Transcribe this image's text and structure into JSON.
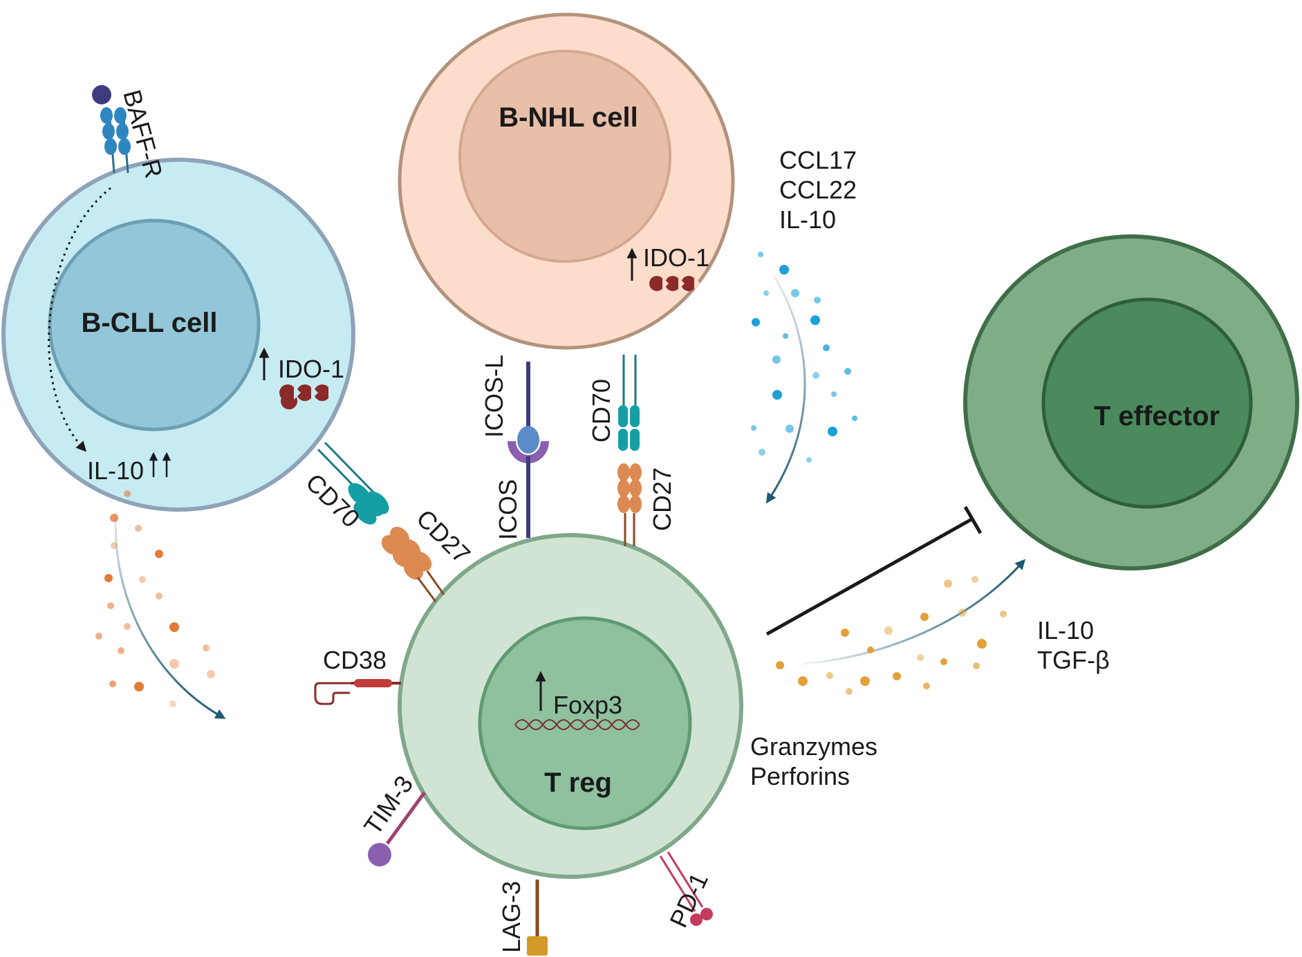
{
  "cells": {
    "bcll": {
      "label": "B-CLL cell",
      "ido": "IDO-1",
      "il10": "IL-10"
    },
    "bnhl": {
      "label": "B-NHL cell",
      "ido": "IDO-1"
    },
    "treg": {
      "label": "T reg",
      "foxp3": "Foxp3"
    },
    "teff": {
      "label": "T effector"
    }
  },
  "receptors": {
    "baffr": "BAFF-R",
    "cd70_cll": "CD70",
    "cd27_cll": "CD27",
    "icosl": "ICOS-L",
    "icos": "ICOS",
    "cd70_nhl": "CD70",
    "cd27_nhl": "CD27",
    "cd38": "CD38",
    "tim3": "TIM-3",
    "lag3": "LAG-3",
    "pd1": "PD-1"
  },
  "secreted": {
    "nhl": [
      "CCL17",
      "CCL22",
      "IL-10"
    ],
    "treg_effector": [
      "IL-10",
      "TGF-β"
    ],
    "treg_cytotoxic": [
      "Granzymes",
      "Perforins"
    ]
  },
  "colors": {
    "bcll_outer": "#c6ebf2",
    "bcll_border": "#8fa3b8",
    "bcll_nucleus": "#93c6d8",
    "bnhl_outer": "#fcdcca",
    "bnhl_border": "#b3927c",
    "bnhl_nucleus": "#e8bfa9",
    "treg_outer": "#d1e4d4",
    "treg_border": "#7fa88a",
    "treg_nucleus": "#8fc19f",
    "teff_outer": "#7fae86",
    "teff_border": "#3f6e48",
    "teff_nucleus": "#4a8a5c",
    "teal": "#159fa5",
    "orange": "#dd8a52",
    "ido": "#8b2a2a",
    "arrow": "#1f5a73",
    "blue_dots": "#1ba0d8",
    "orange_dots": "#e27b3a",
    "gold_dots": "#e4a13a"
  }
}
